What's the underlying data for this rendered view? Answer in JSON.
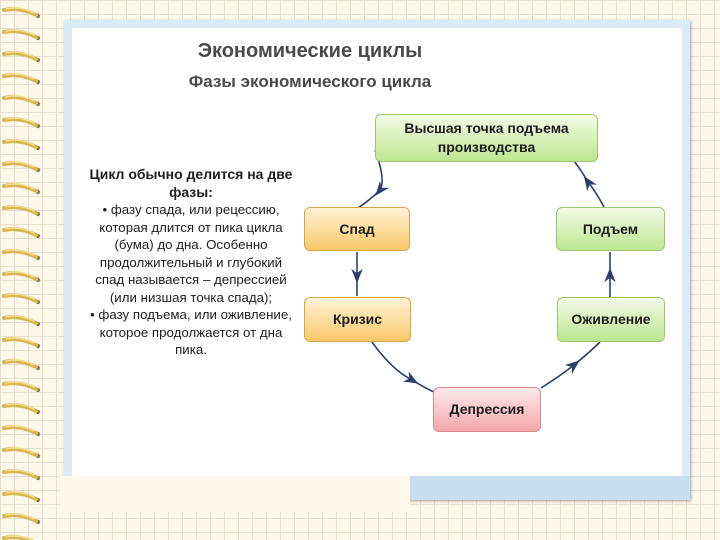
{
  "slide": {
    "title": "Экономические циклы",
    "subtitle": "Фазы экономического цикла",
    "text_heading": "Цикл обычно делится на две фазы:",
    "text_body_1": "• фазу спада, или рецессию, которая длится от пика цикла (бума) до дна. Особенно продолжительный и глубокий спад называется – депрессией (или низшая точка спада);",
    "text_body_2": "• фазу подъема, или оживление, которое продолжается от дна пика."
  },
  "cycle": {
    "peak": "Высшая точка подъема производства",
    "decline": "Спад",
    "rise": "Подъем",
    "crisis": "Кризис",
    "revival": "Оживление",
    "depression": "Депрессия"
  },
  "colors": {
    "green": "#bde68f",
    "orange": "#f9c868",
    "pink": "#f3a7ab",
    "arrow": "#2b3f6b"
  }
}
